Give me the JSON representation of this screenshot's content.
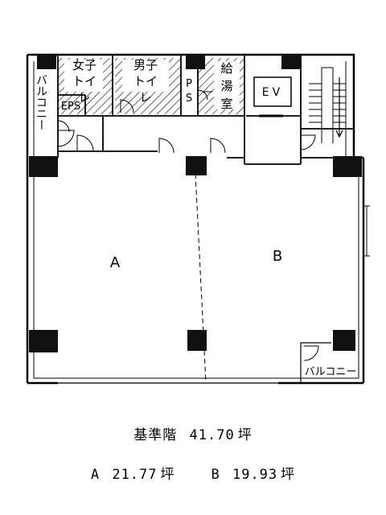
{
  "plan": {
    "units": {
      "a": {
        "label": "A"
      },
      "b": {
        "label": "B"
      }
    },
    "rooms": {
      "balcony_left": "バルコニー",
      "balcony_right": "バルコニー",
      "womens_toilet": "女子トイレ",
      "mens_toilet": "男子トイレ",
      "eps": "EPS",
      "ps": "PS",
      "kitchenette": "給湯室",
      "elevator": "EV"
    }
  },
  "summary": {
    "floor_label": "基準階",
    "floor_area": "41.70",
    "unit_a_label": "A",
    "unit_a_area": "21.77",
    "unit_b_label": "B",
    "unit_b_area": "19.93",
    "area_unit": "坪"
  }
}
